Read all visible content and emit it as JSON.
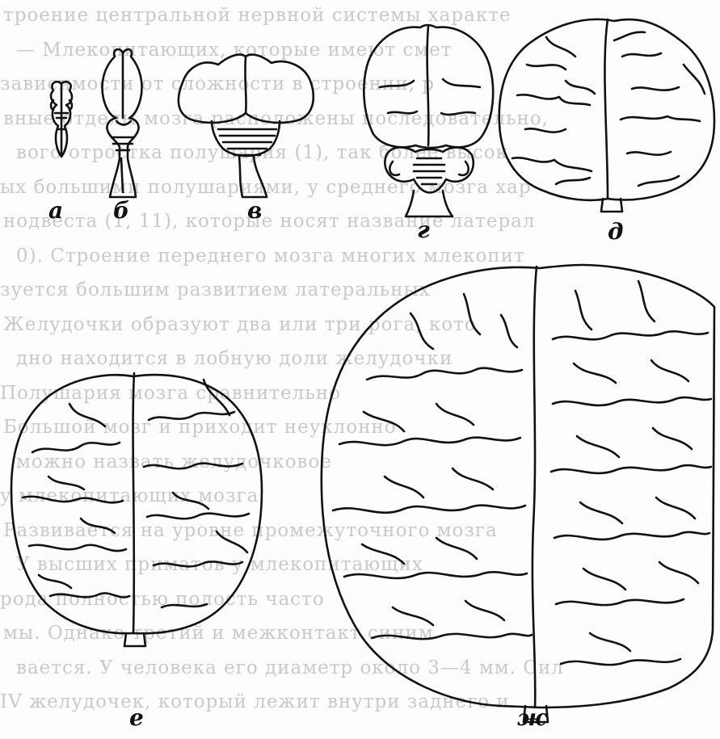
{
  "figure": {
    "labels": {
      "a": "а",
      "b": "б",
      "v": "в",
      "g": "г",
      "d": "д",
      "e": "е",
      "zh": "ж"
    }
  },
  "background_text": {
    "lines": [
      "троение центральной нервной системы характе",
      "— Млекопитающих, которые имеют смет",
      "зависимости от сложности в строении, р",
      "вные отделы мозга расположены последовательно,",
      "вого отростка полушария (1), так более высок",
      "ых большими полушариями, у среднего мозга хар",
      "нодвеста (1, 11), которые носят название латерал",
      "0). Строение переднего мозга многих млекопит",
      "зуется большим развитием латеральных",
      "Желудочки образуют два или три рога, кото",
      "дно находится в лобную доли желудочки",
      "Полушария мозга сравнительно",
      "Большой мозг и приходит неуклонно",
      "можно назвать желудочковое",
      "у млекопитающих мозга",
      "Развивается на уровне промежуточного мозга",
      "У высших приматов у млекопитающих",
      "рода полностью полость часто",
      "мы. Однако третий и межконтакт синим",
      "вается. У человека его диаметр около 3—4 мм. Сил",
      "IV желудочек, который лежит внутри заднего и"
    ]
  }
}
